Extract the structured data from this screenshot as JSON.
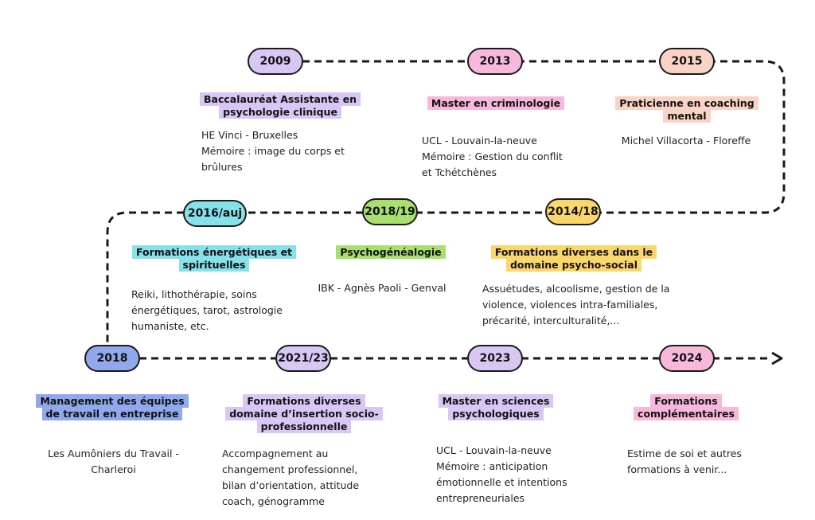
{
  "colors": {
    "purple": "#d9c6f5",
    "pink": "#f7b8dc",
    "peach": "#fbd3c4",
    "cyan": "#86e1ea",
    "green": "#a9df6e",
    "yellow": "#fbd66a",
    "blue": "#90a9ec",
    "line": "#1a1a1a"
  },
  "years": {
    "y2009": "2009",
    "y2013": "2013",
    "y2015": "2015",
    "y2016": "2016/auj",
    "y2018_19": "2018/19",
    "y2014_18": "2014/18",
    "y2018": "2018",
    "y2021": "2021/23",
    "y2023": "2023",
    "y2024": "2024"
  },
  "titles": {
    "bacc": [
      "Baccalauréat Assistante en",
      "psychologie clinique"
    ],
    "crim": [
      "Master en criminologie"
    ],
    "coach": [
      "Praticienne en coaching",
      "mental"
    ],
    "energ": [
      "Formations énergétiques et",
      "spirituelles"
    ],
    "psycho": [
      "Psychogénéalogie"
    ],
    "social": [
      "Formations diverses dans le",
      "domaine psycho-social"
    ],
    "manag": [
      "Management des équipes",
      "de travail en entreprise"
    ],
    "insert": [
      "Formations diverses",
      "domaine d’insertion socio-",
      "professionnelle"
    ],
    "sci": [
      "Master en sciences",
      "psychologiques"
    ],
    "compl": [
      "Formations",
      "complémentaires"
    ]
  },
  "descs": {
    "bacc": [
      "HE Vinci - Bruxelles",
      "Mémoire : image du corps et",
      "brûlures"
    ],
    "crim": [
      "UCL - Louvain-la-neuve",
      "Mémoire : Gestion du conflit",
      "et Tchétchènes"
    ],
    "coach": [
      "Michel Villacorta - Floreffe"
    ],
    "energ": [
      " Reiki, lithothérapie, soins",
      "énergétiques, tarot, astrologie",
      "humaniste, etc."
    ],
    "psycho": [
      "IBK - Agnès Paoli - Genval"
    ],
    "social": [
      "Assuétudes, alcoolisme, gestion de la",
      "violence, violences intra-familiales,",
      "précarité,  interculturalité,..."
    ],
    "manag": [
      "Les Aumôniers du Travail -",
      "Charleroi"
    ],
    "insert": [
      "Accompagnement au",
      "changement professionnel,",
      "bilan d’orientation, attitude",
      "coach, génogramme"
    ],
    "sci": [
      "UCL - Louvain-la-neuve",
      "Mémoire : anticipation",
      "émotionnelle et intentions",
      "entrepreneuriales"
    ],
    "compl": [
      "Estime de soi et autres",
      "formations à venir..."
    ]
  }
}
